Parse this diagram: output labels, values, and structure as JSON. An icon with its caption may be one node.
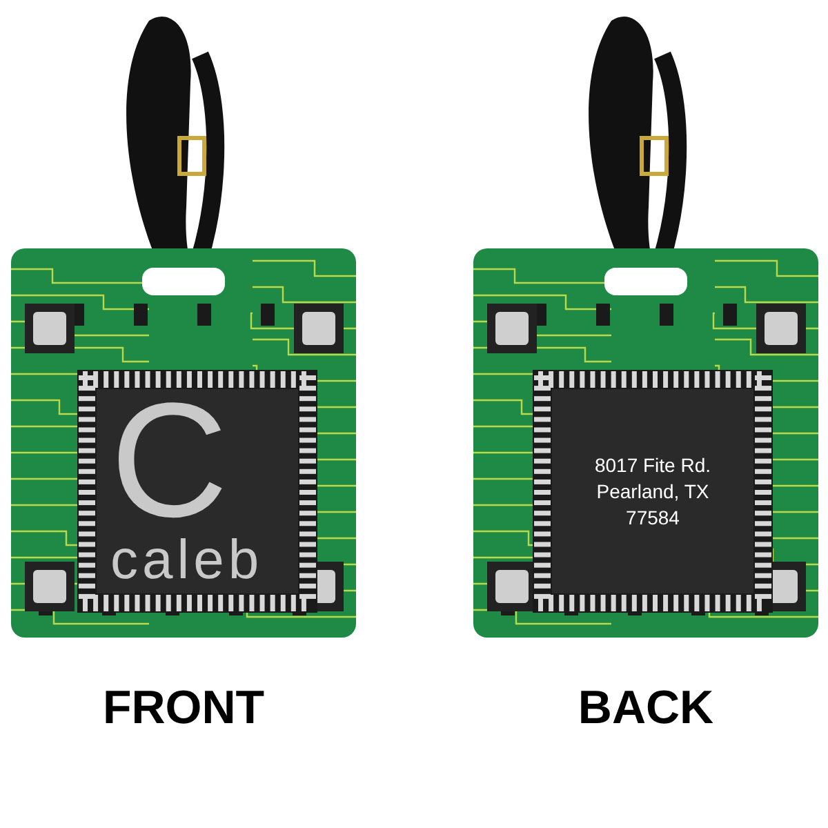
{
  "diagram": {
    "nodes": [
      {
        "text": [
          "C",
          "caleb"
        ],
        "beside": [
          "FRONT"
        ]
      },
      {
        "text": [
          "8017 Fite Rd. Pearland, TX 77584"
        ],
        "beside": [
          "BACK"
        ]
      }
    ]
  }
}
